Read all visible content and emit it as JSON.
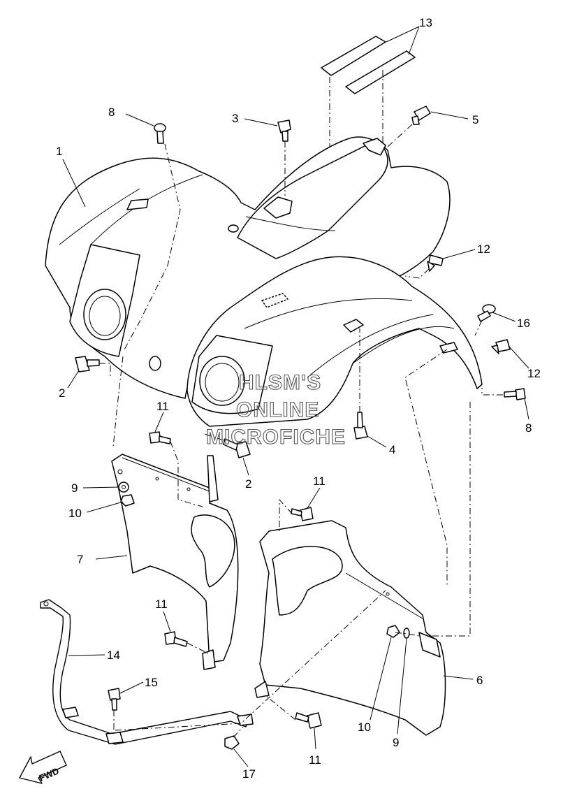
{
  "labels": {
    "p1": "1",
    "p2a": "2",
    "p2b": "2",
    "p3": "3",
    "p4": "4",
    "p5": "5",
    "p6": "6",
    "p7": "7",
    "p8a": "8",
    "p8b": "8",
    "p9a": "9",
    "p9b": "9",
    "p10a": "10",
    "p10b": "10",
    "p11a": "11",
    "p11b": "11",
    "p11c": "11",
    "p11d": "11",
    "p12a": "12",
    "p12b": "12",
    "p13": "13",
    "p14": "14",
    "p15": "15",
    "p16": "16",
    "p17": "17"
  },
  "watermark": {
    "line1": "HLSM'S",
    "line2": "ONLINE",
    "line3": "MICROFICHE"
  },
  "direction": {
    "fwd": "FWD"
  }
}
